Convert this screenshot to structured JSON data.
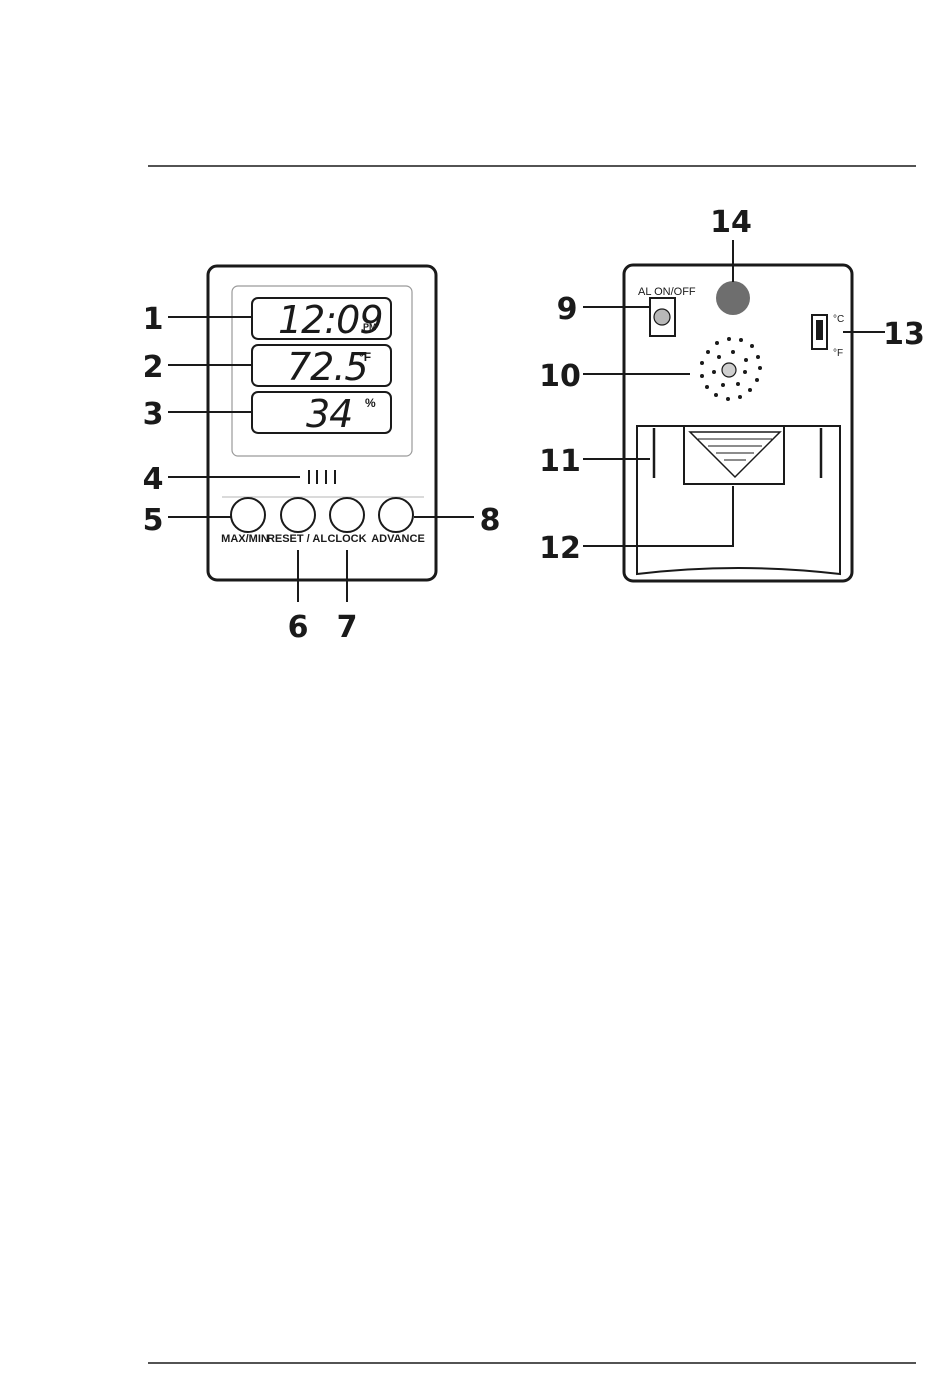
{
  "front_display": {
    "time": "12:09",
    "time_suffix": "PM",
    "temperature": "72.5",
    "temperature_unit": "°F",
    "humidity": "34",
    "humidity_unit": "%"
  },
  "front_buttons": {
    "max_min": "MAX/MIN",
    "reset_al": "RESET / AL",
    "clock": "CLOCK",
    "advance": "ADVANCE"
  },
  "back_panel": {
    "al_switch_label": "AL ON/OFF",
    "deg_c": "°C",
    "deg_f": "°F"
  },
  "callouts": [
    "1",
    "2",
    "3",
    "4",
    "5",
    "6",
    "7",
    "8",
    "9",
    "10",
    "11",
    "12",
    "13",
    "14"
  ]
}
